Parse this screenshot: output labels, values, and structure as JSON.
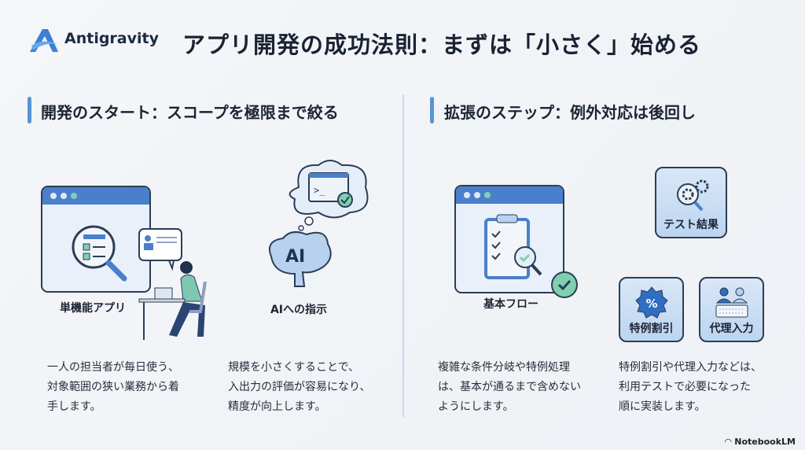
{
  "brand": {
    "name": "Antigravity",
    "footer": "NotebookLM"
  },
  "title": "アプリ開発の成功法則：まずは「小さく」始める",
  "left": {
    "heading": "開発のスタート：スコープを極限まで絞る",
    "items": [
      {
        "label": "単機能アプリ",
        "text": "一人の担当者が毎日使う、\n対象範囲の狭い業務から着\n手します。"
      },
      {
        "label": "AIへの指示",
        "icon_text": "AI",
        "text": "規模を小さくすることで、\n入出力の評価が容易になり、\n精度が向上します。"
      }
    ]
  },
  "right": {
    "heading": "拡張のステップ：例外対応は後回し",
    "items": [
      {
        "label": "基本フロー",
        "text": "複雑な条件分岐や特例処理\nは、基本が通るまで含めない\nようにします。"
      },
      {
        "label": "テスト結果"
      },
      {
        "label": "特例割引",
        "icon_text": "%"
      },
      {
        "label": "代理入力",
        "text": "特例割引や代理入力などは、\n利用テストで必要になった\n順に実装します。"
      }
    ]
  },
  "colors": {
    "accent": "#4a7fcb",
    "check": "#7fd0b0",
    "dark": "#2c3d55"
  }
}
